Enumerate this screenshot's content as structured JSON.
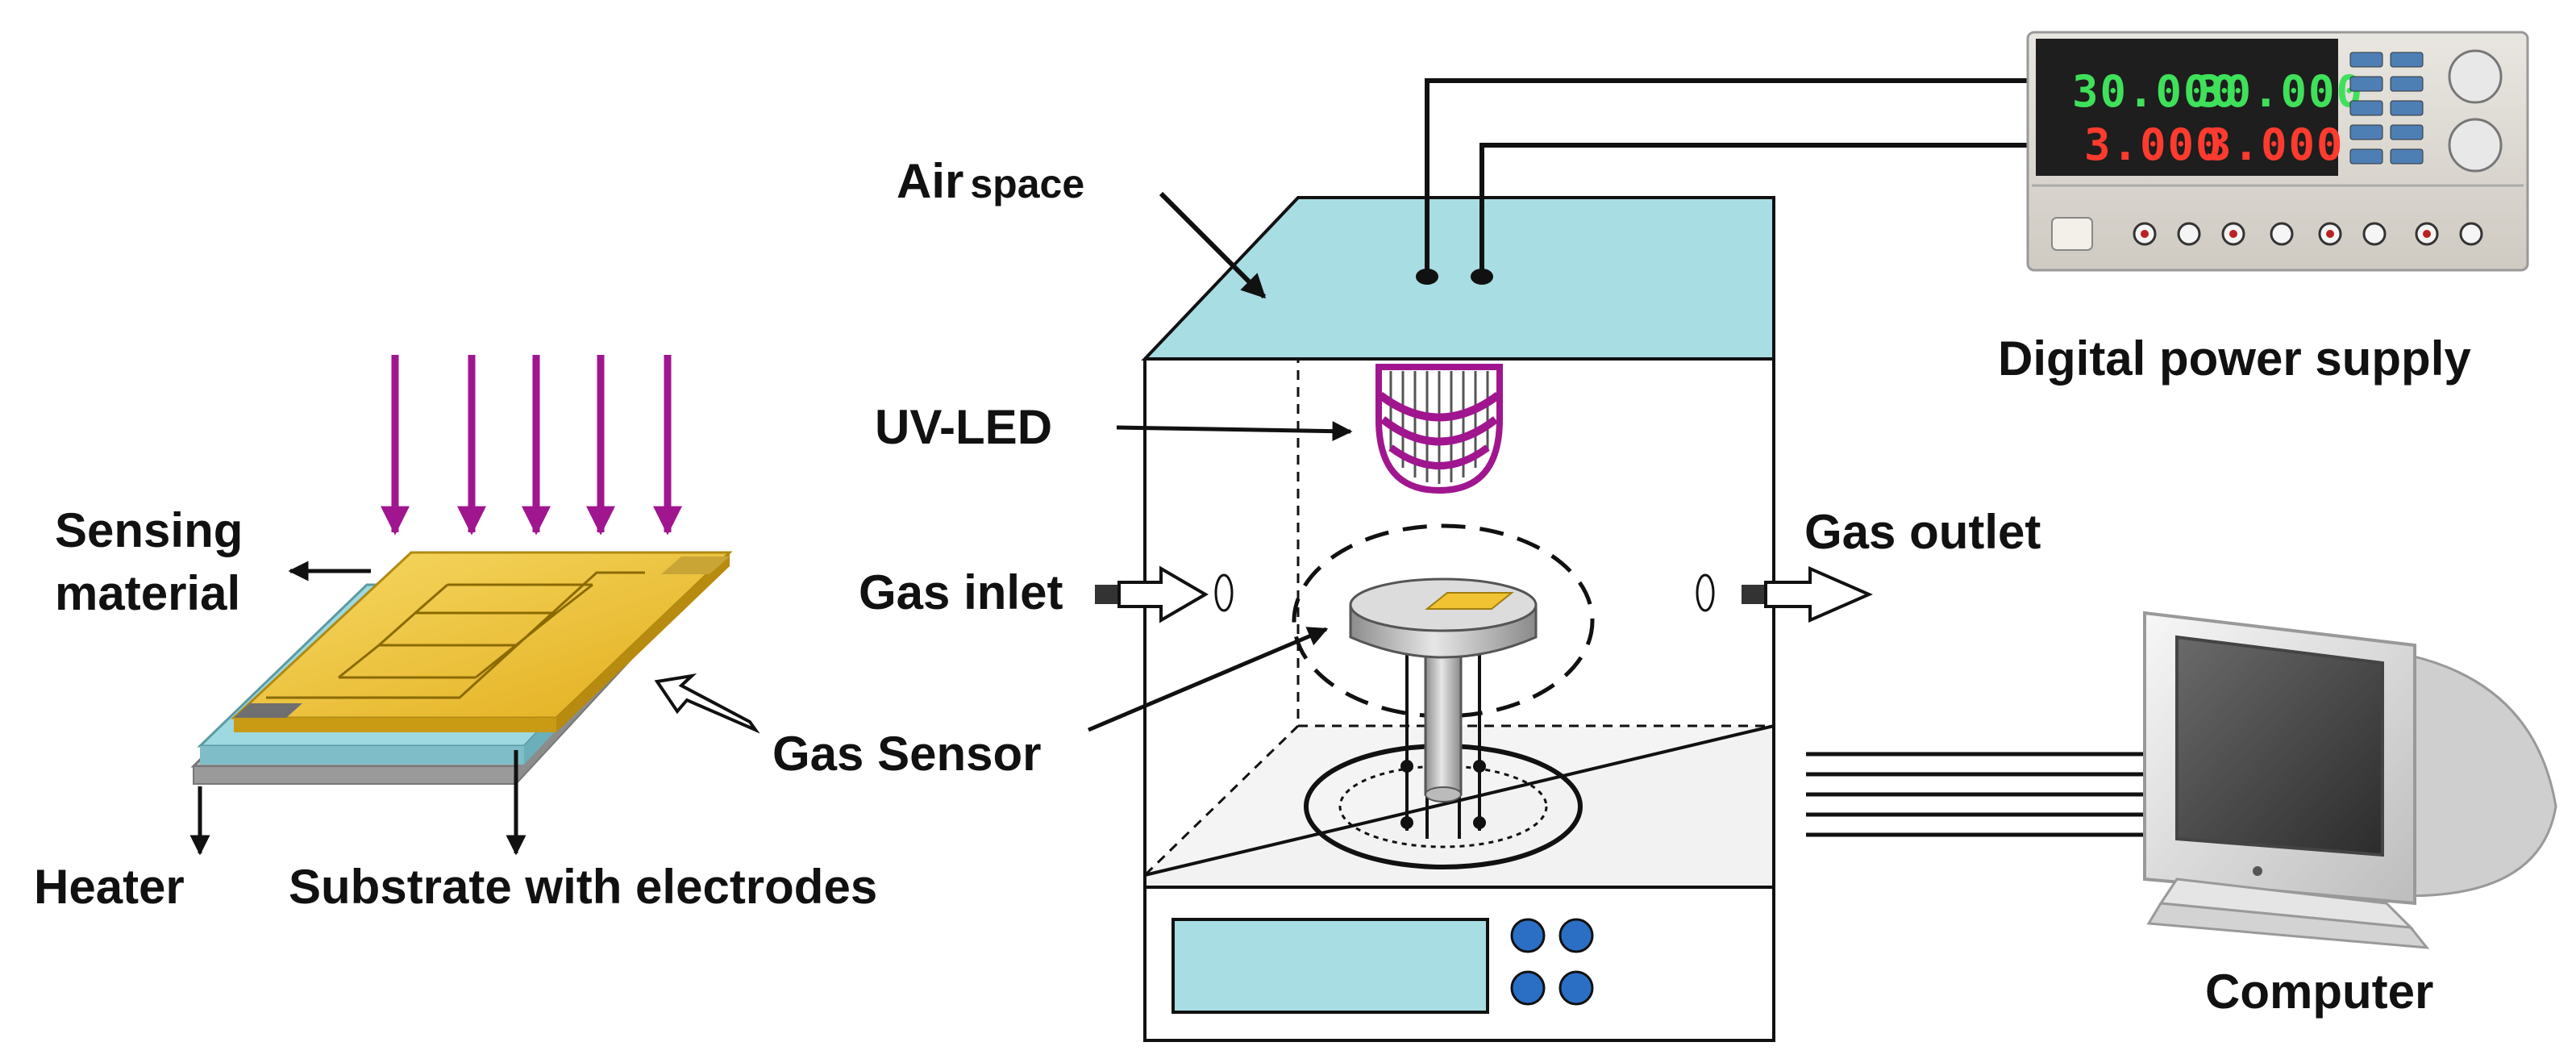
{
  "labels": {
    "air_main": "Air",
    "air_sub": "space",
    "uv_led": "UV-LED",
    "gas_inlet": "Gas inlet",
    "gas_outlet": "Gas outlet",
    "gas_sensor": "Gas Sensor",
    "sensing_line1": "Sensing",
    "sensing_line2": "material",
    "heater": "Heater",
    "substrate": "Substrate with electrodes",
    "power_supply": "Digital power supply",
    "computer": "Computer"
  },
  "power_display": {
    "voltage_1": "30.000",
    "voltage_2": "30.000",
    "current_1": "3.000",
    "current_2": "3.000"
  },
  "colors": {
    "chamber_top": "#a8dde4",
    "uv_light": "#a0168f",
    "sensor_film": "#f1c232",
    "substrate": "#9ed8e0",
    "heater": "#b8b8b8",
    "display_green": "#3fe05a",
    "display_red": "#ff3b2f",
    "controller_button": "#2a6fc4"
  }
}
